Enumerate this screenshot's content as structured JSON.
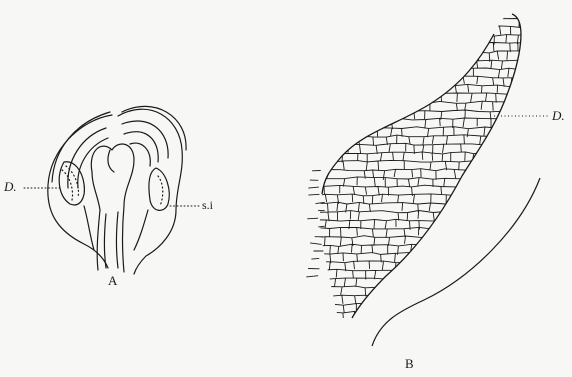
{
  "figure": {
    "panels": [
      {
        "id": "A",
        "caption": "A"
      },
      {
        "id": "B",
        "caption": "B"
      }
    ],
    "labels": {
      "panel_a_left": "D.",
      "panel_a_right": "s.i",
      "panel_b_right": "D."
    },
    "colors": {
      "ink": "#1a1a1a",
      "paper": "#f7f7f5"
    }
  }
}
